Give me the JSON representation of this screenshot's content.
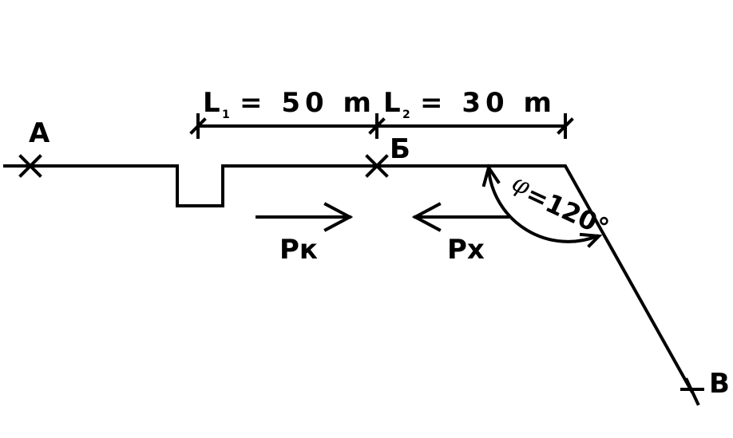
{
  "points": {
    "a": "A",
    "b": "Б",
    "v": "В"
  },
  "dimensions": {
    "l1_letter": "L",
    "l1_sub": "1",
    "l1_rest": "= 50 m",
    "l2_letter": "L",
    "l2_sub": "2",
    "l2_rest": "= 30 m"
  },
  "forces": {
    "pk": "Pк",
    "px": "Pх"
  },
  "angle": {
    "symbol": "φ",
    "value": "=120°"
  }
}
